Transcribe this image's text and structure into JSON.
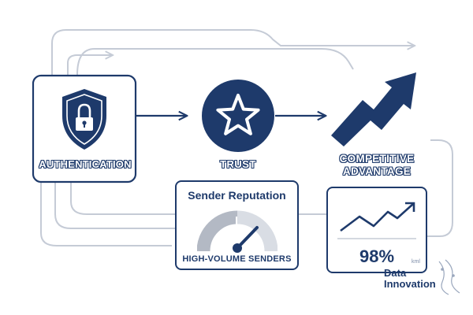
{
  "nodes": {
    "authentication": {
      "label": "AUTHENTICATION",
      "icon": "shield-lock-icon"
    },
    "trust": {
      "label": "TRUST",
      "icon": "star-icon"
    },
    "advantage": {
      "label_line1": "COMPETITIVE",
      "label_line2": "ADVANTAGE",
      "icon": "rising-arrow-icon"
    }
  },
  "reputation_card": {
    "title": "Sender Reputation",
    "subtitle": "HIGH-VOLUME SENDERS",
    "icon": "gauge-icon"
  },
  "stat_card": {
    "value": "98%",
    "icon": "trend-line-icon"
  },
  "brand": {
    "small_text": "kml",
    "name_line1": "Data",
    "name_line2": "Innovation"
  },
  "colors": {
    "navy": "#1e3a6b",
    "flow_line": "#c5cbd6",
    "gauge_grey": "#b3b9c4",
    "background": "#ffffff"
  }
}
